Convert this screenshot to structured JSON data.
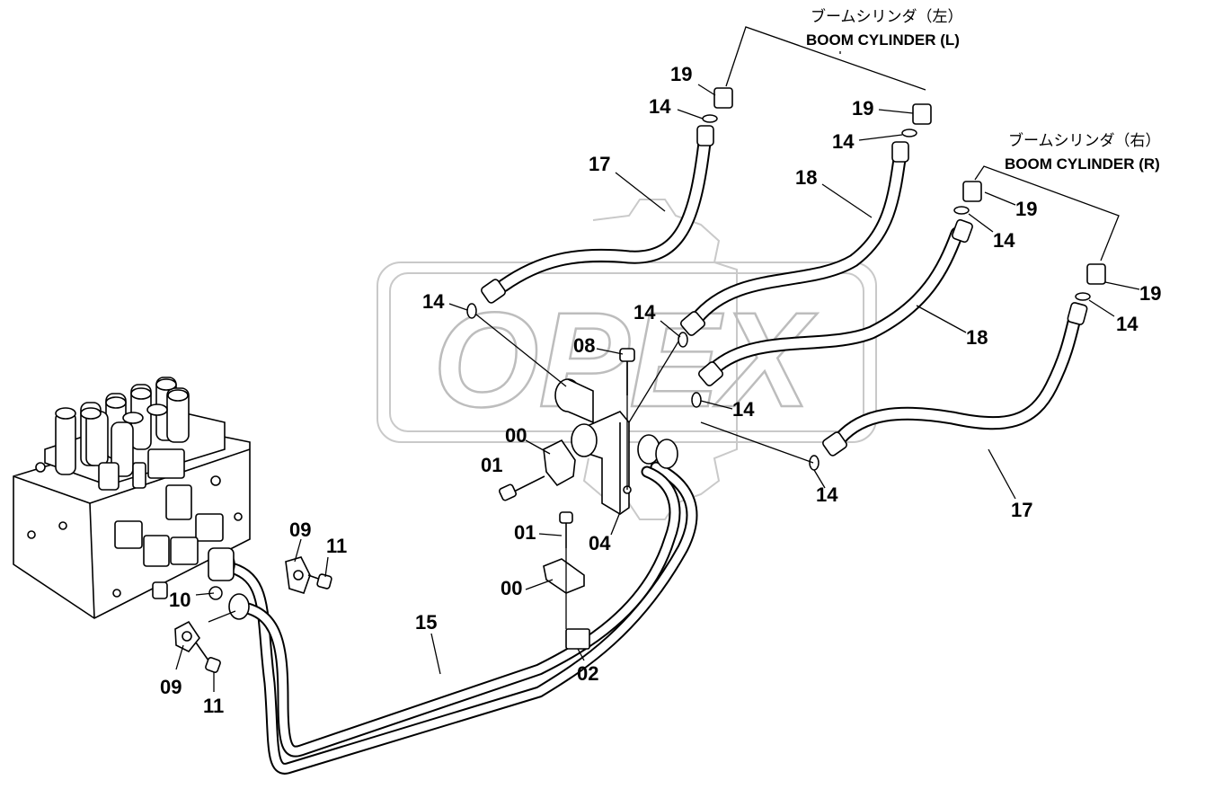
{
  "watermark": {
    "text": "OPEX"
  },
  "groups": {
    "boom_left": {
      "jp": "ブームシリンダ（左）",
      "en": "BOOM CYLINDER (L)"
    },
    "boom_right": {
      "jp": "ブームシリンダ（右）",
      "en": "BOOM CYLINDER (R)"
    }
  },
  "labels": {
    "l19a": "19",
    "l14a": "14",
    "l19b": "19",
    "l14b": "14",
    "l17a": "17",
    "l18a": "18",
    "l19c": "19",
    "l14c": "14",
    "l19d": "19",
    "l14d": "14",
    "l18b": "18",
    "l14e": "14",
    "l14f": "14",
    "l14g": "14",
    "l08": "08",
    "l00a": "00",
    "l01a": "01",
    "l14h": "14",
    "l17b": "17",
    "l01b": "01",
    "l04": "04",
    "l00b": "00",
    "l09a": "09",
    "l11a": "11",
    "l10": "10",
    "l15": "15",
    "l09b": "09",
    "l11b": "11",
    "l02": "02"
  }
}
